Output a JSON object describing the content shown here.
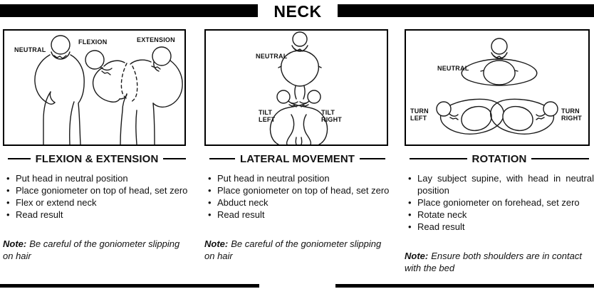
{
  "title": "NECK",
  "colors": {
    "ink": "#000000",
    "background": "#ffffff"
  },
  "panels": [
    {
      "heading": "FLEXION & EXTENSION",
      "labels": {
        "neutral": "NEUTRAL",
        "flexion": "FLEXION",
        "extension": "EXTENSION"
      },
      "bullets": [
        "Put head in neutral position",
        "Place goniometer on top of head, set zero",
        "Flex or extend neck",
        "Read result"
      ],
      "note_label": "Note:",
      "note": "Be careful of the goniometer slipping on hair"
    },
    {
      "heading": "LATERAL MOVEMENT",
      "labels": {
        "neutral": "NEUTRAL",
        "tilt_left": "TILT LEFT",
        "tilt_right": "TILT RIGHT"
      },
      "bullets": [
        "Put head in neutral position",
        "Place goniometer on top of head, set zero",
        "Abduct neck",
        "Read result"
      ],
      "note_label": "Note:",
      "note": "Be careful of the goniometer slipping on hair"
    },
    {
      "heading": "ROTATION",
      "labels": {
        "neutral": "NEUTRAL",
        "turn_left": "TURN LEFT",
        "turn_right": "TURN RIGHT"
      },
      "bullets": [
        "Lay subject supine, with head in neutral position",
        "Place goniometer on forehead, set zero",
        "Rotate neck",
        "Read result"
      ],
      "note_label": "Note:",
      "note": "Ensure both shoulders are in contact with the bed"
    }
  ]
}
